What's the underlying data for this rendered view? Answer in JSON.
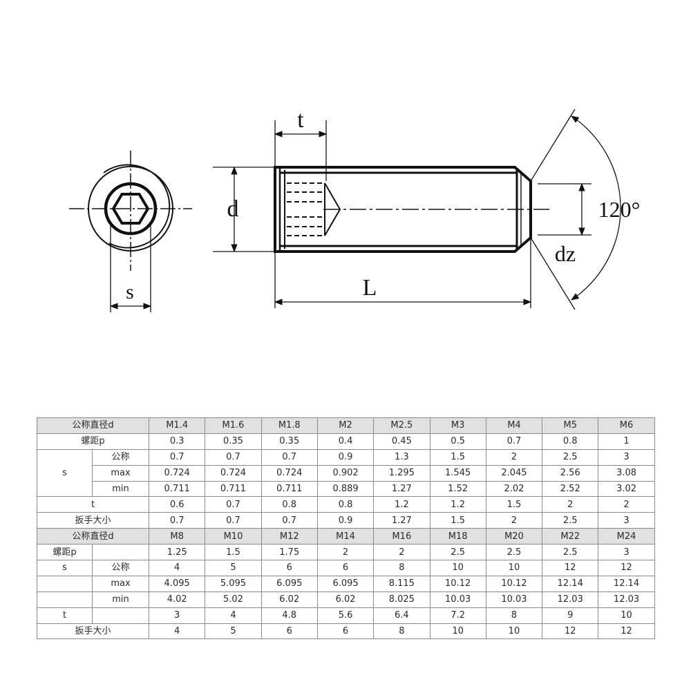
{
  "drawing": {
    "labels": {
      "t": "t",
      "d": "d",
      "s": "s",
      "L": "L",
      "dz": "dz",
      "angle": "120°"
    }
  },
  "table": {
    "labels": {
      "nominal_diameter": "公称直径d",
      "pitch": "螺距p",
      "s": "s",
      "nominal": "公称",
      "max": "max",
      "min": "min",
      "t": "t",
      "wrench_size": "扳手大小"
    },
    "block1": {
      "sizes": [
        "M1.4",
        "M1.6",
        "M1.8",
        "M2",
        "M2.5",
        "M3",
        "M4",
        "M5",
        "M6"
      ],
      "pitch": [
        "0.3",
        "0.35",
        "0.35",
        "0.4",
        "0.45",
        "0.5",
        "0.7",
        "0.8",
        "1"
      ],
      "s_nominal": [
        "0.7",
        "0.7",
        "0.7",
        "0.9",
        "1.3",
        "1.5",
        "2",
        "2.5",
        "3"
      ],
      "s_max": [
        "0.724",
        "0.724",
        "0.724",
        "0.902",
        "1.295",
        "1.545",
        "2.045",
        "2.56",
        "3.08"
      ],
      "s_min": [
        "0.711",
        "0.711",
        "0.711",
        "0.889",
        "1.27",
        "1.52",
        "2.02",
        "2.52",
        "3.02"
      ],
      "t": [
        "0.6",
        "0.7",
        "0.8",
        "0.8",
        "1.2",
        "1.2",
        "1.5",
        "2",
        "2"
      ],
      "wrench": [
        "0.7",
        "0.7",
        "0.7",
        "0.9",
        "1.27",
        "1.5",
        "2",
        "2.5",
        "3"
      ]
    },
    "block2": {
      "sizes": [
        "M8",
        "M10",
        "M12",
        "M14",
        "M16",
        "M18",
        "M20",
        "M22",
        "M24"
      ],
      "pitch": [
        "1.25",
        "1.5",
        "1.75",
        "2",
        "2",
        "2.5",
        "2.5",
        "2.5",
        "3"
      ],
      "s_nominal": [
        "4",
        "5",
        "6",
        "6",
        "8",
        "10",
        "10",
        "12",
        "12"
      ],
      "s_max": [
        "4.095",
        "5.095",
        "6.095",
        "6.095",
        "8.115",
        "10.12",
        "10.12",
        "12.14",
        "12.14"
      ],
      "s_min": [
        "4.02",
        "5.02",
        "6.02",
        "6.02",
        "8.025",
        "10.03",
        "10.03",
        "12.03",
        "12.03"
      ],
      "t": [
        "3",
        "4",
        "4.8",
        "5.6",
        "6.4",
        "7.2",
        "8",
        "9",
        "10"
      ],
      "wrench": [
        "4",
        "5",
        "6",
        "6",
        "8",
        "10",
        "10",
        "12",
        "12"
      ]
    }
  }
}
